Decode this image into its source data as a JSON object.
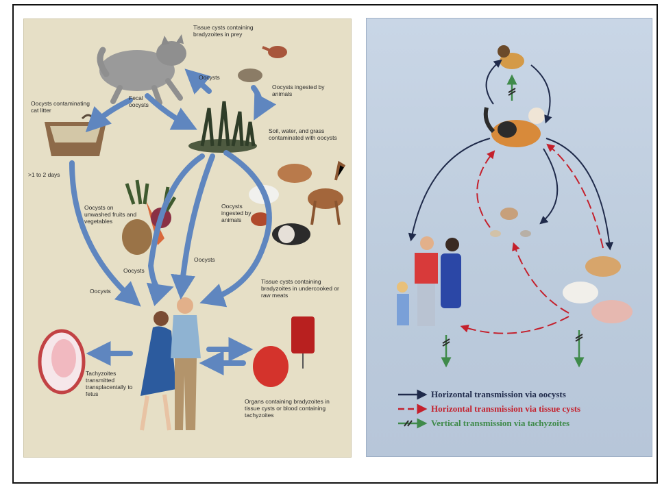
{
  "left_diagram": {
    "labels": {
      "tissue_cysts_prey": "Tissue cysts containing bradyzoites in prey",
      "oocysts_top": "Oocysts",
      "oocysts_ingested_top": "Oocysts ingested by animals",
      "fecal_oocysts": "Fecal oocysts",
      "oocysts_litter": "Oocysts contaminating cat litter",
      "soil_water_grass": "Soil, water, and grass contaminated with oocysts",
      "time_litter": ">1 to 2 days",
      "oocysts_fruits": "Oocysts on unwashed fruits and vegetables",
      "oocysts_ingested_animals": "Oocysts ingested by animals",
      "oocysts_a": "Oocysts",
      "oocysts_b": "Oocysts",
      "oocysts_c": "Oocysts",
      "tissue_cysts_meat": "Tissue cysts containing bradyzoites in undercooked or raw meats",
      "tachyzoites_fetus": "Tachyzoites transmitted transplacentally to fetus",
      "organs": "Organs containing bradyzoites in tissue cysts or blood containing tachyzoites"
    }
  },
  "right_diagram": {
    "legend": [
      {
        "text": "Horizontal transmission via oocysts",
        "color": "#1f2a4a",
        "style": "solid"
      },
      {
        "text": "Horizontal transmission via tissue cysts",
        "color": "#c4202c",
        "style": "dashed"
      },
      {
        "text": "Vertical transmission via tachyzoites",
        "color": "#3f8a4a",
        "style": "crossed"
      }
    ]
  },
  "colors": {
    "left_bg": "#e6dfc6",
    "right_bg": "#c4d2e3",
    "flow_arrow_blue": "#5f86bf",
    "oocyst_arrow": "#1f2a4a",
    "tissue_cyst_arrow": "#c4202c",
    "tachyzoite_arrow": "#3f8a4a"
  }
}
